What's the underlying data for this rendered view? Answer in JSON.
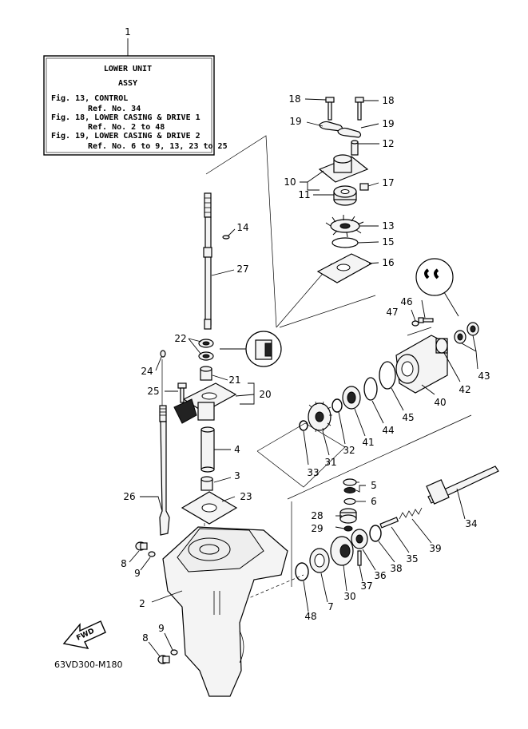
{
  "info_box": {
    "ref": "1",
    "title_line1": "LOWER UNIT",
    "title_line2": "ASSY",
    "refs": [
      {
        "fig": "Fig. 13, CONTROL",
        "ref": "Ref. No. 34"
      },
      {
        "fig": "Fig. 18, LOWER CASING & DRIVE 1",
        "ref": "Ref. No. 2 to 48"
      },
      {
        "fig": "Fig. 19, LOWER CASING & DRIVE 2",
        "ref": "Ref. No. 6 to 9, 13, 23 to 25"
      }
    ]
  },
  "labels": {
    "n2": "2",
    "n3": "3",
    "n4": "4",
    "n5": "5",
    "n6": "6",
    "n7": "7",
    "n8a": "8",
    "n8b": "8",
    "n9a": "9",
    "n9b": "9",
    "n10": "10",
    "n11": "11",
    "n12": "12",
    "n13": "13",
    "n14": "14",
    "n15": "15",
    "n16": "16",
    "n17": "17",
    "n18a": "18",
    "n18b": "18",
    "n19a": "19",
    "n19b": "19",
    "n20": "20",
    "n21": "21",
    "n22": "22",
    "n23": "23",
    "n24": "24",
    "n25": "25",
    "n26": "26",
    "n27": "27",
    "n28": "28",
    "n29": "29",
    "n30": "30",
    "n31": "31",
    "n32": "32",
    "n33": "33",
    "n34": "34",
    "n35": "35",
    "n36": "36",
    "n37": "37",
    "n38": "38",
    "n39": "39",
    "n40": "40",
    "n41": "41",
    "n42": "42",
    "n43": "43",
    "n44": "44",
    "n45": "45",
    "n46": "46",
    "n47": "47",
    "n48": "48"
  },
  "fwd_label": "FWD",
  "drawing_code": "63VD300-M180"
}
